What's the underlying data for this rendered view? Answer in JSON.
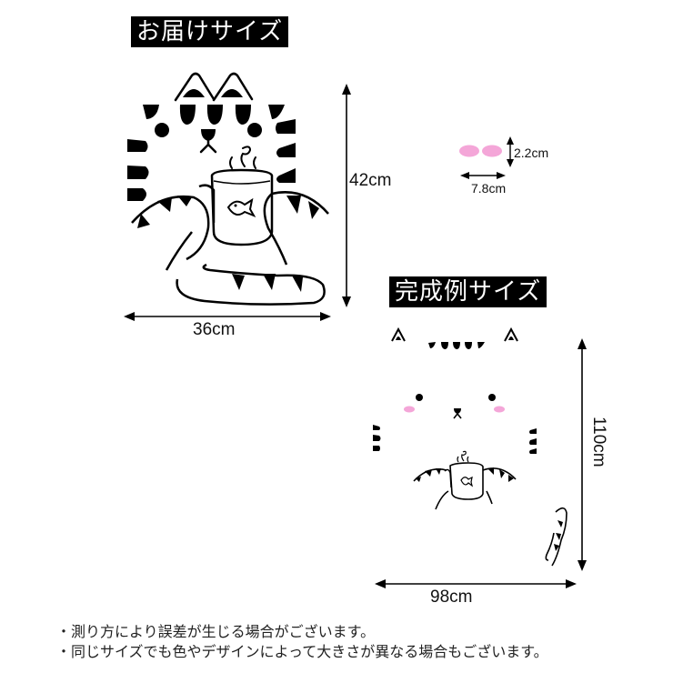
{
  "delivered": {
    "title": "お届けサイズ",
    "width_label": "36cm",
    "height_label": "42cm"
  },
  "cheek_parts": {
    "width_label": "7.8cm",
    "height_label": "2.2cm",
    "color": "#f4a6d8"
  },
  "completed": {
    "title": "完成例サイズ",
    "width_label": "98cm",
    "height_label": "110cm"
  },
  "notes": [
    "・測り方により誤差が生じる場合がございます。",
    "・同じサイズでも色やデザインによって大きさが異なる場合もございます。"
  ],
  "colors": {
    "ink": "#000000",
    "background": "#ffffff",
    "cheek_pink": "#f4a6d8"
  }
}
